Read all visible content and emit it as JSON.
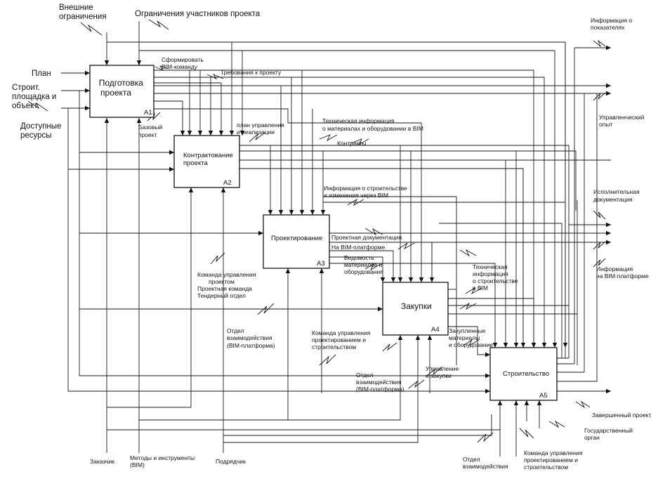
{
  "diagram": {
    "boxes": {
      "a1": {
        "title": [
          "Подготовка",
          "проекта"
        ],
        "id": "A1"
      },
      "a2": {
        "title": [
          "Контрактование",
          "проекта"
        ],
        "id": "A2"
      },
      "a3": {
        "title": [
          "Проектирование"
        ],
        "id": "A3"
      },
      "a4": {
        "title": [
          "Закупки"
        ],
        "id": "A4"
      },
      "a5": {
        "title": [
          "Строительство"
        ],
        "id": "A5"
      }
    },
    "inputs_left": {
      "plan": [
        "План"
      ],
      "site": [
        "Строит.",
        "площадка и",
        "объект"
      ],
      "resources": [
        "Доступные",
        "ресурсы"
      ]
    },
    "controls_top": {
      "external": [
        "Внешние",
        "ограничения"
      ],
      "participants": [
        "Ограничения участников проекта"
      ]
    },
    "mechanisms_bottom": {
      "customer": [
        "Заказчик"
      ],
      "methods": [
        "Методы и инструменты",
        "(BIM)"
      ],
      "contractor": [
        "Подрядчик"
      ],
      "interaction_dept": [
        "Отдел",
        "взаимодействия"
      ],
      "mgmt_team": [
        "Команда управления",
        "проектированием и",
        "строительством"
      ],
      "gov": [
        "Государственный",
        "орган"
      ]
    },
    "outputs_right": {
      "indicators": [
        "Информация о",
        "показателях"
      ],
      "experience": [
        "Управленческий",
        "опыт"
      ],
      "asbuilt": [
        "Исполнительная",
        "документация"
      ],
      "bim_info": [
        "Информация",
        "на BIM-платформе"
      ],
      "finished": [
        "Завершенный проект"
      ]
    },
    "internal": {
      "bim_team": [
        "Сформировать",
        "BIM-команду"
      ],
      "requirements": [
        "Требования к проекту"
      ],
      "base_project": [
        "Базовый",
        "проект"
      ],
      "mgmt_plan": [
        "план управления",
        "и реализации"
      ],
      "tech_info_materials": [
        "Техническая информация",
        "о материалах и оборудовании в BIM"
      ],
      "contracts": [
        "Контракты"
      ],
      "construction_info": [
        "Информация о строительстве",
        "и изменения через BIM"
      ],
      "design_docs": [
        "Проектная документация"
      ],
      "on_bim": [
        "На BIM-платформе"
      ],
      "materials_list": [
        "Ведомость",
        "материалов и",
        "оборудования"
      ],
      "tech_info_construction": [
        "Техническая",
        "информация",
        "о строительстве",
        "в BIM"
      ],
      "purchased": [
        "Закупленные",
        "материалы",
        "и оборудование"
      ],
      "mgmt_command": [
        "Команда управления",
        "проектом",
        "Проектная команда",
        "Тендерный отдел"
      ],
      "interaction_bim_1": [
        "Отдел",
        "взаимодействия",
        "(BIM-платформа)"
      ],
      "mgmt_design_construction": [
        "Команда управления",
        "проектированием и",
        "строительством"
      ],
      "interaction_bim_2": [
        "Отдел",
        "взаимодействия",
        "(BIM-платформа)"
      ],
      "management_procurement": [
        "Управление",
        "и закупки"
      ]
    }
  }
}
